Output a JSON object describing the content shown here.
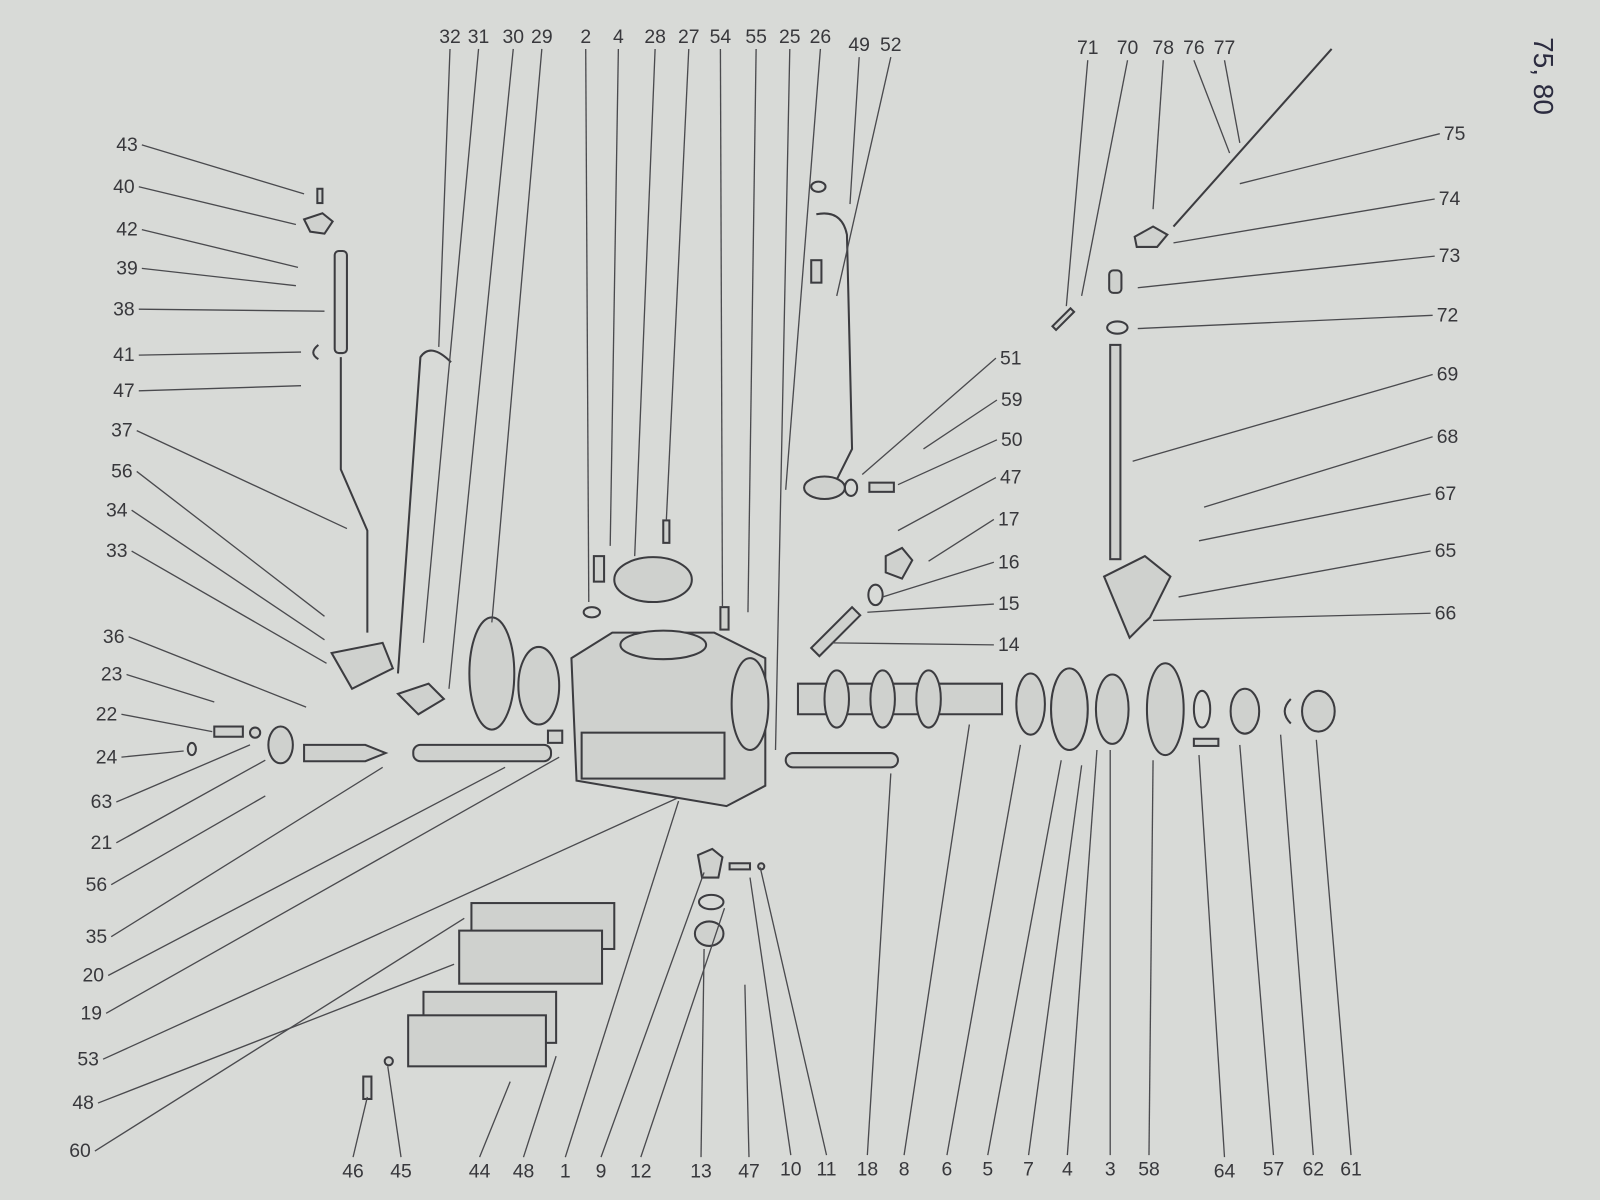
{
  "page_ref": "75, 80",
  "callouts": {
    "left": [
      "43",
      "40",
      "42",
      "39",
      "38",
      "41",
      "47",
      "37",
      "56",
      "34",
      "33",
      "36",
      "23",
      "22",
      "24",
      "63",
      "21",
      "56",
      "35",
      "20",
      "19",
      "53",
      "48",
      "60"
    ],
    "top_center": [
      "32",
      "31",
      "30",
      "29",
      "2",
      "4",
      "28",
      "27",
      "54",
      "55",
      "25",
      "26",
      "49",
      "52"
    ],
    "top_right": [
      "71",
      "70",
      "78",
      "76",
      "77"
    ],
    "right": [
      "75",
      "74",
      "73",
      "72",
      "69",
      "68",
      "67",
      "65",
      "66"
    ],
    "middle": [
      "51",
      "59",
      "50",
      "47",
      "17",
      "16",
      "15",
      "14"
    ],
    "bottom": [
      "46",
      "45",
      "44",
      "48",
      "1",
      "9",
      "12",
      "13",
      "47",
      "10",
      "11",
      "18",
      "8",
      "6",
      "5",
      "7",
      "4",
      "3",
      "58",
      "64",
      "57",
      "62",
      "61"
    ]
  },
  "colors": {
    "paper": "#d8dad7",
    "ink": "#38383c"
  }
}
